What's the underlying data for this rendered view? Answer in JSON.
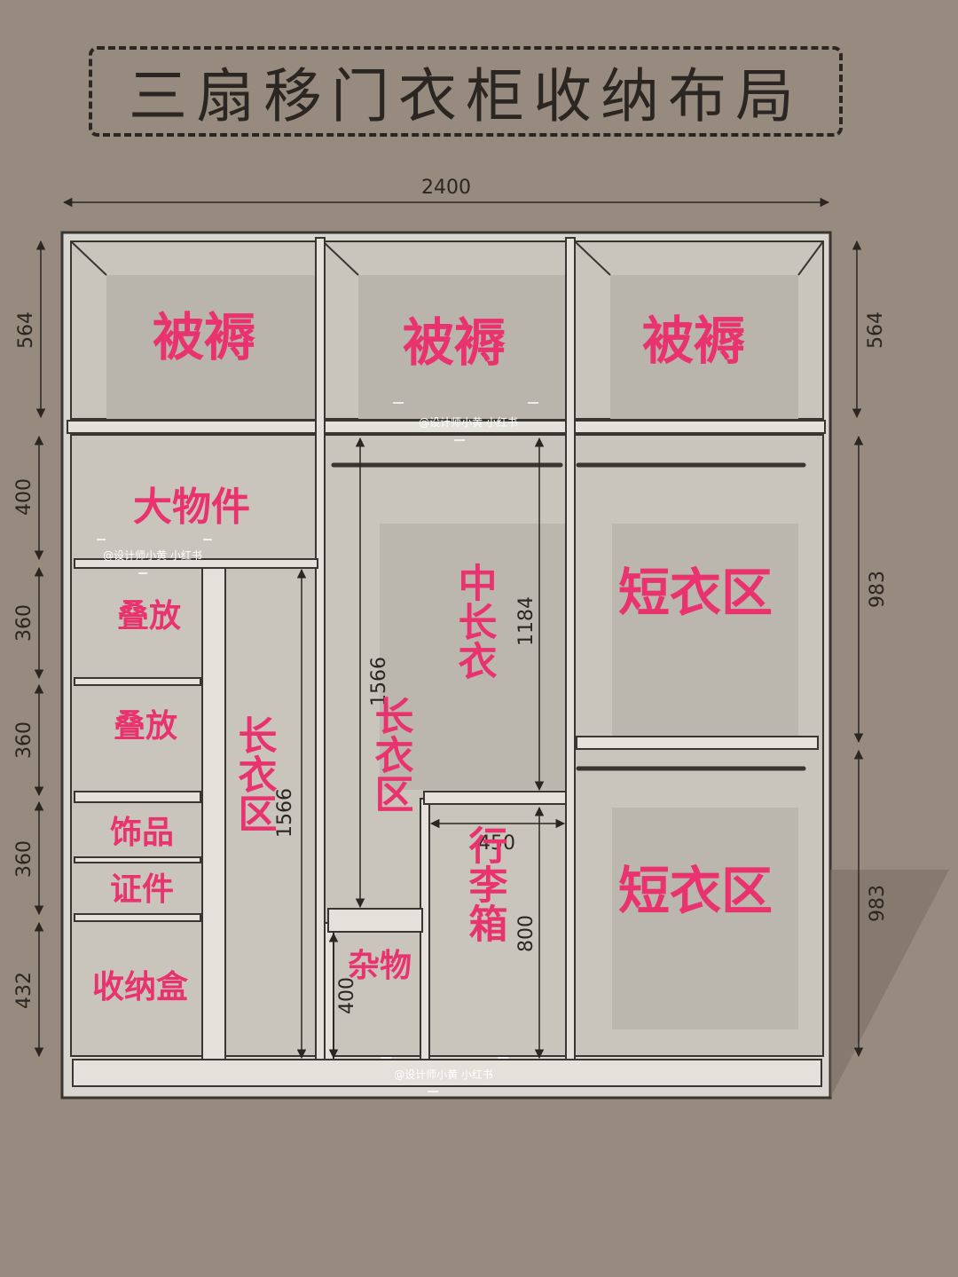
{
  "title": "三扇移门衣柜收纳布局",
  "dimensions": {
    "total_width": "2400",
    "top_section_left": "564",
    "top_section_right": "564",
    "left_col": [
      "400",
      "360",
      "360",
      "360",
      "432"
    ],
    "right_col": [
      "983",
      "983"
    ],
    "long_coat_height_a": "1566",
    "long_coat_height_b": "1566",
    "mid_coat_height": "1184",
    "luggage_width": "450",
    "luggage_height": "800",
    "sundries_height": "400"
  },
  "labels": {
    "bedding_1": "被褥",
    "bedding_2": "被褥",
    "bedding_3": "被褥",
    "large_items": "大物件",
    "stack_1": "叠放",
    "stack_2": "叠放",
    "accessories": "饰品",
    "documents": "证件",
    "storage_box": "收纳盒",
    "long_coat_a": "长衣区",
    "long_coat_b": "长衣区",
    "mid_coat": "中长衣",
    "sundries": "杂物",
    "luggage": "行李箱",
    "short_coat_1": "短衣区",
    "short_coat_2": "短衣区"
  },
  "watermarks": {
    "top": "@设计师小黄  小红书",
    "left": "@设计师小黄  小红书",
    "bottom": "@设计师小黄  小红书"
  },
  "colors": {
    "background": "#978b7f",
    "panel": "#c7c3bb",
    "label": "#e8336f",
    "line": "#2b2622"
  }
}
